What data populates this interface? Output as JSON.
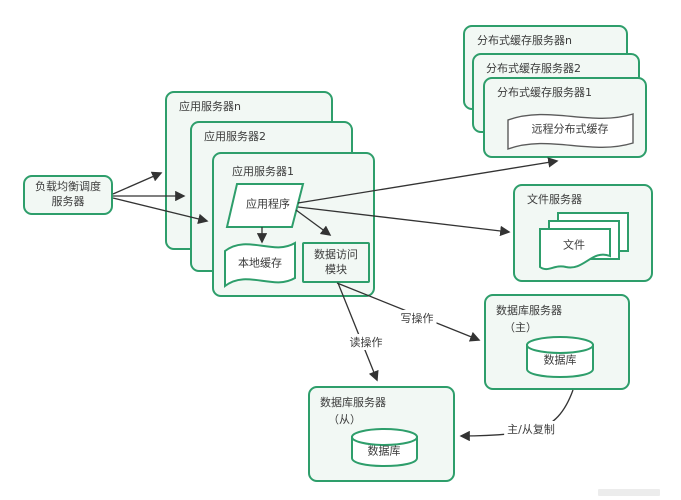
{
  "nodes": {
    "load_balancer": {
      "label": "负载均衡调度\n服务器"
    },
    "app_server_n": {
      "label": "应用服务器n"
    },
    "app_server_2": {
      "label": "应用服务器2"
    },
    "app_server_1": {
      "label": "应用服务器1"
    },
    "application": {
      "label": "应用程序"
    },
    "local_cache": {
      "label": "本地缓存"
    },
    "data_access_module": {
      "label": "数据访问\n模块"
    },
    "cache_server_n": {
      "label": "分布式缓存服务器n"
    },
    "cache_server_2": {
      "label": "分布式缓存服务器2"
    },
    "cache_server_1": {
      "label": "分布式缓存服务器1"
    },
    "remote_cache": {
      "label": "远程分布式缓存"
    },
    "file_server": {
      "label": "文件服务器"
    },
    "file": {
      "label": "文件"
    },
    "db_server_master": {
      "label": "数据库服务器",
      "sublabel": "（主）"
    },
    "db_master": {
      "label": "数据库"
    },
    "db_server_slave": {
      "label": "数据库服务器",
      "sublabel": "（从）"
    },
    "db_slave": {
      "label": "数据库"
    }
  },
  "edges": [
    {
      "from": "load_balancer",
      "to": "app_server_n",
      "label": ""
    },
    {
      "from": "load_balancer",
      "to": "app_server_2",
      "label": ""
    },
    {
      "from": "load_balancer",
      "to": "app_server_1",
      "label": ""
    },
    {
      "from": "application",
      "to": "cache_server_1",
      "label": ""
    },
    {
      "from": "application",
      "to": "file_server",
      "label": ""
    },
    {
      "from": "application",
      "to": "data_access_module",
      "label": ""
    },
    {
      "from": "application",
      "to": "local_cache",
      "label": ""
    },
    {
      "from": "data_access_module",
      "to": "db_server_master",
      "label": "写操作"
    },
    {
      "from": "data_access_module",
      "to": "db_server_slave",
      "label": "读操作"
    },
    {
      "from": "db_server_master",
      "to": "db_server_slave",
      "label": "主/从复制"
    }
  ],
  "colors": {
    "accent_green": "#2e9e6b",
    "box_fill": "#f2f8f4",
    "arrow": "#333333",
    "remote_cache_border": "#5b5b5b"
  }
}
